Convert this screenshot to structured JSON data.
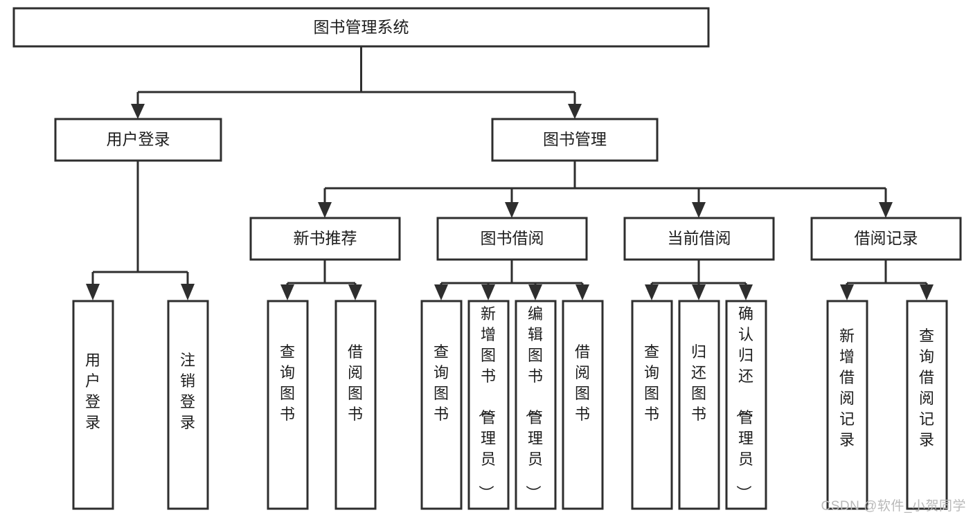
{
  "diagram": {
    "title": "图书管理系统",
    "type": "tree-hierarchy",
    "watermark": "CSDN @软件_小贺同学",
    "colors": {
      "stroke": "#2e2e2e",
      "fill": "#ffffff",
      "text": "#1d1d1d",
      "watermark": "#b9b9b9",
      "background": "#ffffff"
    },
    "root": {
      "label": "图书管理系统"
    },
    "level2": [
      {
        "label": "用户登录"
      },
      {
        "label": "图书管理"
      }
    ],
    "level3": [
      {
        "label": "新书推荐"
      },
      {
        "label": "图书借阅"
      },
      {
        "label": "当前借阅"
      },
      {
        "label": "借阅记录"
      }
    ],
    "leaves": {
      "user_login": [
        {
          "label": "用户登录"
        },
        {
          "label": "注销登录"
        }
      ],
      "new_book": [
        {
          "label": "查询图书"
        },
        {
          "label": "借阅图书"
        }
      ],
      "book_borrow": [
        {
          "label": "查询图书"
        },
        {
          "label": "新增图书（管理员）"
        },
        {
          "label": "编辑图书（管理员）"
        },
        {
          "label": "借阅图书"
        }
      ],
      "current_borrow": [
        {
          "label": "查询图书"
        },
        {
          "label": "归还图书"
        },
        {
          "label": "确认归还（管理员）"
        }
      ],
      "borrow_record": [
        {
          "label": "新增借阅记录"
        },
        {
          "label": "查询借阅记录"
        }
      ]
    }
  }
}
